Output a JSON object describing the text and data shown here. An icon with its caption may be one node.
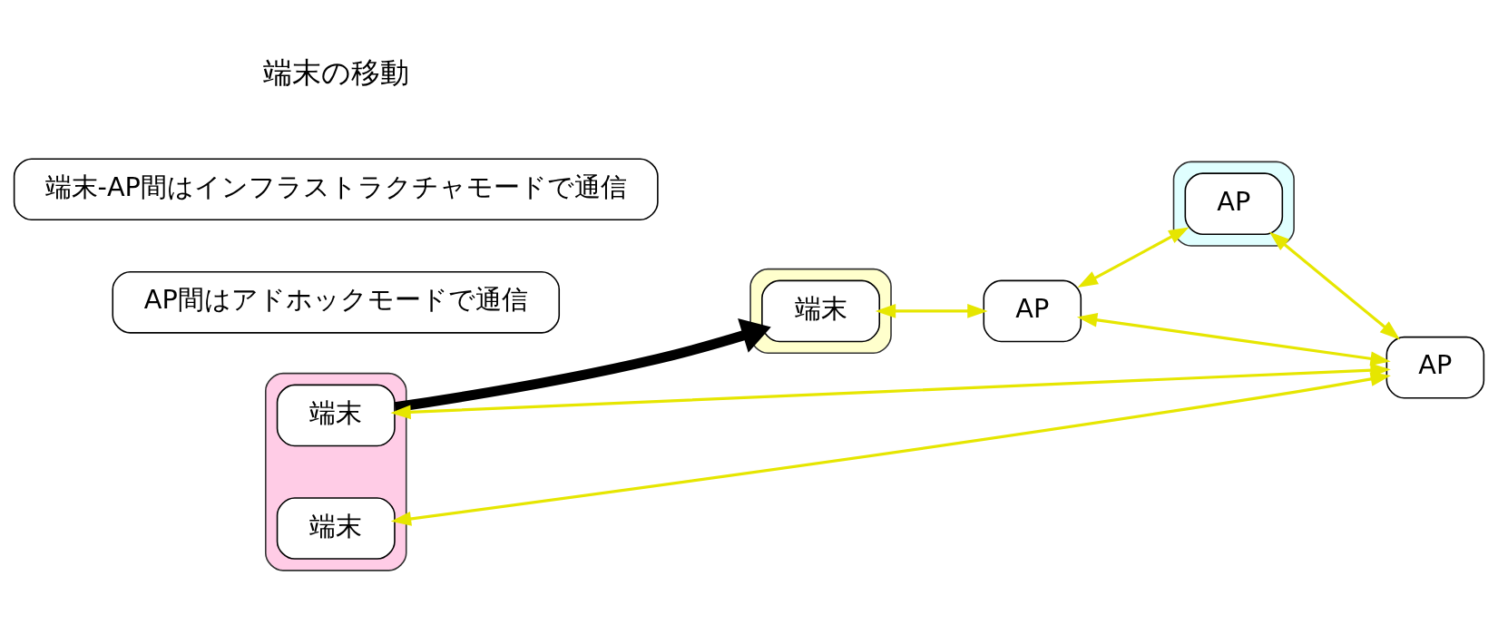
{
  "diagram": {
    "nodes": [
      {
        "text": [],
        "shape": "ellipse"
      },
      {
        "text": [
          "端末"
        ],
        "in": 0
      },
      {
        "text": [
          "AP"
        ]
      },
      {
        "text": [
          "AP間はアドホックモードで通信"
        ]
      },
      {
        "text": [],
        "shape": "ellipse"
      },
      {
        "text": [
          "AP"
        ],
        "in": 4
      },
      {
        "text": [],
        "shape": "ellipse"
      },
      {
        "text": [
          "端末"
        ],
        "in": 6
      },
      {
        "text": [
          "AP"
        ]
      },
      {
        "text": [
          "端末"
        ],
        "in": 6
      },
      {
        "text": [
          "端末-AP間はインフラストラクチャモードで通信"
        ]
      }
    ],
    "edges": [
      {
        "from": 1,
        "to": 2,
        "arrow": "both"
      },
      {
        "from": 2,
        "to": 5,
        "arrow": "both"
      },
      {
        "from": 2,
        "to": 8,
        "arrow": "both"
      },
      {
        "from": 7,
        "to": 8,
        "arrow": "both"
      },
      {
        "from": 5,
        "to": 8,
        "arrow": "both"
      },
      {
        "from": 9,
        "to": 8,
        "arrow": "both"
      },
      {
        "from": 7,
        "to": 1,
        "arrow": "to",
        "style": "thick",
        "color": "#000000"
      }
    ],
    "labels": [
      "端末の移動"
    ]
  }
}
